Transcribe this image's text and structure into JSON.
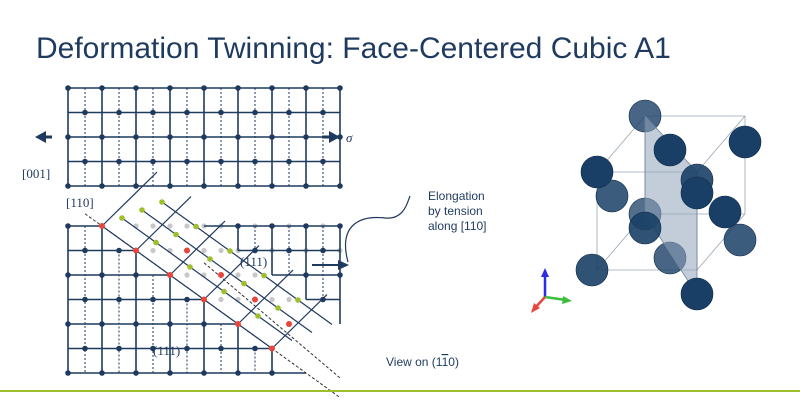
{
  "title": "Deformation Twinning: Face-Centered Cubic A1",
  "labels": {
    "sigma": "σ",
    "dir_001": "[001]",
    "dir_110": "[110]",
    "plane_111_upper": "(111)",
    "plane_111_lower": "(111)",
    "callout_line1": "Elongation",
    "callout_line2": "by tension",
    "callout_line3": "along [110]",
    "view_prefix": "View on (1",
    "view_bar_digit": "1",
    "view_suffix": "0)"
  },
  "colors": {
    "title": "#1f3a5f",
    "lattice_atom": "#1f3a5f",
    "lattice_line": "#1f3a5f",
    "twin_boundary_atom": "#e8453c",
    "twin_interior_atom": "#9cbf2b",
    "ghost_atom": "#c8c8c8",
    "cube_atom": "#1a3f66",
    "twin_plane": "#8fa4ba",
    "bottom_rule": "#9cbf2b",
    "axis_x": "#e8453c",
    "axis_y": "#3cbf3c",
    "axis_z": "#2a2ae8"
  },
  "icons": {
    "left_arrow": "arrow-left-icon",
    "right_arrow": "arrow-right-icon",
    "tension_arrow": "tension-arrow-icon",
    "axes": "axes-triad-icon"
  }
}
